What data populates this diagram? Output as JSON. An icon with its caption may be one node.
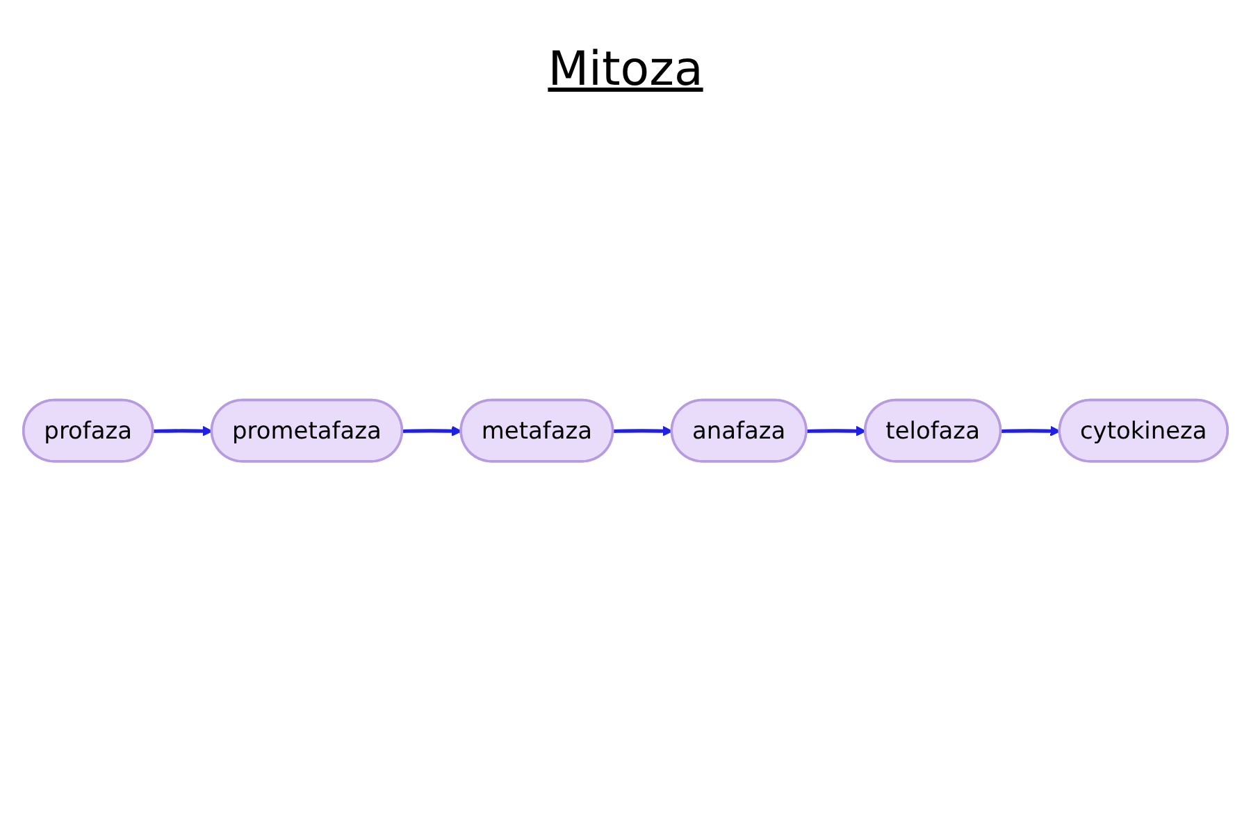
{
  "diagram": {
    "title": "Mitoza",
    "nodes": [
      {
        "text": [
          "profaza"
        ]
      },
      {
        "text": [
          "prometafaza"
        ]
      },
      {
        "text": [
          "metafaza"
        ]
      },
      {
        "text": [
          "anafaza"
        ]
      },
      {
        "text": [
          "telofaza"
        ]
      },
      {
        "text": [
          "cytokineza"
        ]
      }
    ],
    "edges": [
      {
        "from": 0,
        "to": 1,
        "arrow": "to"
      },
      {
        "from": 1,
        "to": 2,
        "arrow": "to"
      },
      {
        "from": 2,
        "to": 3,
        "arrow": "to"
      },
      {
        "from": 3,
        "to": 4,
        "arrow": "to"
      },
      {
        "from": 4,
        "to": 5,
        "arrow": "to"
      }
    ]
  }
}
